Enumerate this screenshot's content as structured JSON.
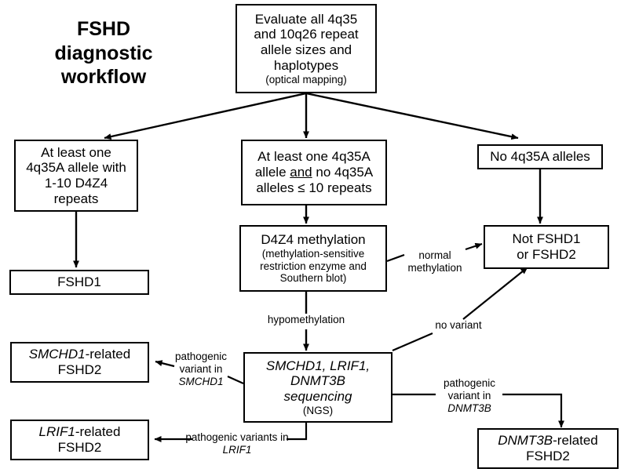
{
  "title": {
    "line1": "FSHD",
    "line2": "diagnostic",
    "line3": "workflow"
  },
  "nodes": {
    "evaluate": {
      "line1": "Evaluate all 4q35",
      "line2": "and 10q26 repeat",
      "line3": "allele sizes and",
      "line4": "haplotypes",
      "sub": "(optical mapping)"
    },
    "branch_left": {
      "line1": "At least one",
      "line2": "4q35A allele with",
      "line3": "1-10 D4Z4",
      "line4": "repeats"
    },
    "branch_middle": {
      "line1": "At least one 4q35A",
      "line2_a": "allele ",
      "line2_b": "and",
      "line2_c": " no 4q35A",
      "line3": "alleles ≤ 10 repeats"
    },
    "branch_right": {
      "line1": "No 4q35A alleles"
    },
    "methylation": {
      "line1": "D4Z4 methylation",
      "sub1": "(methylation-sensitive",
      "sub2": "restriction enzyme and",
      "sub3": "Southern blot)"
    },
    "fshd1": {
      "line1": "FSHD1"
    },
    "not_fshd": {
      "line1": "Not FSHD1",
      "line2": "or FSHD2"
    },
    "sequencing": {
      "line1": "SMCHD1, LRIF1,",
      "line2": "DNMT3B",
      "line3": "sequencing",
      "sub": "(NGS)"
    },
    "smchd1_fshd2": {
      "gene": "SMCHD1",
      "suffix": "-related",
      "line2": "FSHD2"
    },
    "lrif1_fshd2": {
      "gene": "LRIF1",
      "suffix": "-related",
      "line2": "FSHD2"
    },
    "dnmt3b_fshd2": {
      "gene": "DNMT3B",
      "suffix": "-related",
      "line2": "FSHD2"
    }
  },
  "edge_labels": {
    "normal_methylation": {
      "line1": "normal",
      "line2": "methylation"
    },
    "hypomethylation": {
      "line1": "hypomethylation"
    },
    "no_variant": {
      "line1": "no variant"
    },
    "pathogenic_smchd1": {
      "line1": "pathogenic",
      "line2": "variant in",
      "gene": "SMCHD1"
    },
    "pathogenic_dnmt3b": {
      "line1": "pathogenic",
      "line2": "variant in",
      "gene": "DNMT3B"
    },
    "pathogenic_lrif1": {
      "line1": "pathogenic variants in",
      "gene": "LRIF1"
    }
  },
  "style": {
    "stroke": "#000000",
    "background": "#ffffff"
  }
}
